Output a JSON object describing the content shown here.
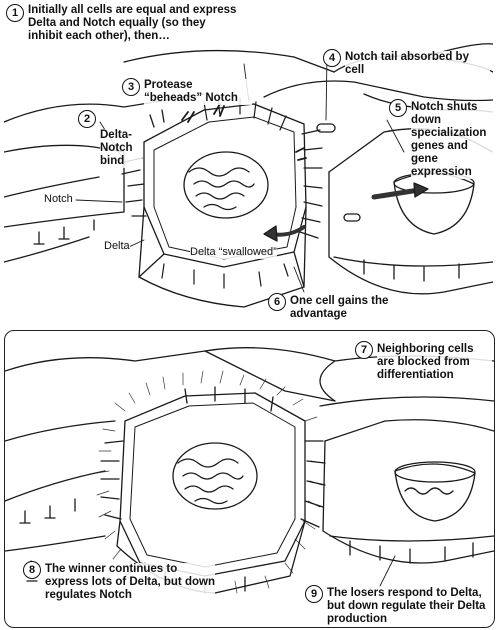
{
  "colors": {
    "ink": "#1a1a1a",
    "paper": "#ffffff",
    "shade": "#444444"
  },
  "labels": {
    "n1": "1",
    "n1_text": "Initially all cells are equal and express Delta and Notch equally (so they inhibit each other), then…",
    "n2": "2",
    "n2_text": "Delta-Notch bind",
    "notch": "Notch",
    "delta": "Delta",
    "n3": "3",
    "n3_text": "Protease “beheads” Notch",
    "n4": "4",
    "n4_text": "Notch tail absorbed by cell",
    "n5": "5",
    "n5_text": "Notch shuts down specialization genes and gene expression",
    "delta_swallowed": "Delta “swallowed”",
    "n6": "6",
    "n6_text": "One cell gains the advantage",
    "n7": "7",
    "n7_text": "Neighboring cells are blocked from differentiation",
    "n8": "8",
    "n8_text": "The winner continues to express lots of Delta, but down regulates Notch",
    "n9": "9",
    "n9_text": "The losers respond to Delta, but down regulate their Delta production"
  }
}
